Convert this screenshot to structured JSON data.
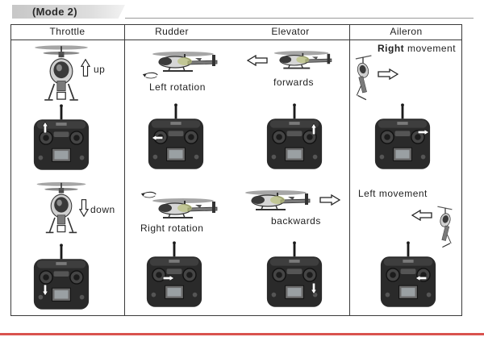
{
  "mode_label": "(Mode 2)",
  "columns": {
    "throttle": "Throttle",
    "rudder": "Rudder",
    "elevator": "Elevator",
    "aileron": "Aileron"
  },
  "captions": {
    "up": "up",
    "down": "down",
    "left_rotation": "Left rotation",
    "right_rotation": "Right rotation",
    "forwards": "forwards",
    "backwards": "backwards",
    "right_movement_bold": "Right",
    "right_movement_rest": "movement",
    "left_movement": "Left movement"
  },
  "colors": {
    "border": "#3a3a3a",
    "accent_red": "#d9534f",
    "tab_gray": "#cfcfcf"
  },
  "icons": [
    "helicopter-front-icon",
    "helicopter-side-icon",
    "transmitter-icon",
    "arrow-icon",
    "rotation-arrow-icon"
  ]
}
